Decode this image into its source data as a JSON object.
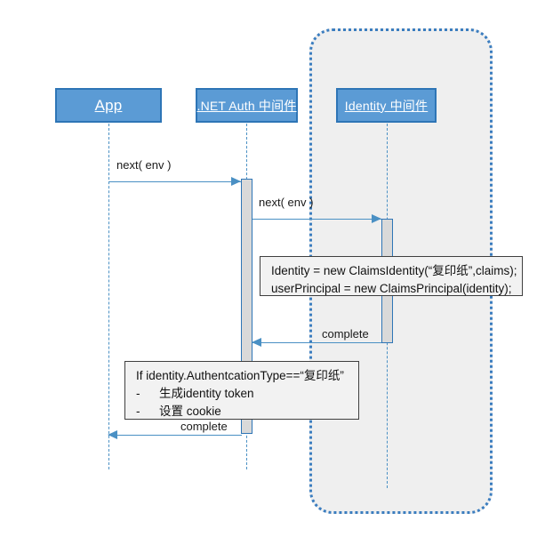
{
  "diagram": {
    "title": "ASP.NET Identity authentication middleware sequence",
    "colors": {
      "participant_fill": "#5B9BD5",
      "participant_border": "#2E75B6",
      "lifeline": "#4A90C4",
      "activation_fill": "#D9D9D9",
      "region_fill": "#EFEFEF",
      "region_border": "#3B7DBF",
      "note_fill": "#F2F2F2",
      "note_border": "#3F3F3F",
      "arrow": "#4A90C4",
      "background": "#FFFFFF"
    },
    "participants": [
      {
        "id": "app",
        "label": "App"
      },
      {
        "id": "dotnet-auth",
        "label": ".NET Auth 中间件"
      },
      {
        "id": "identity",
        "label": "Identity 中间件"
      }
    ],
    "messages": [
      {
        "id": "m1",
        "label": "next( env )",
        "from": "app",
        "to": "dotnet-auth",
        "direction": "right"
      },
      {
        "id": "m2",
        "label": "next( env )",
        "from": "dotnet-auth",
        "to": "identity",
        "direction": "right"
      },
      {
        "id": "m3",
        "label": "complete",
        "from": "identity",
        "to": "dotnet-auth",
        "direction": "left"
      },
      {
        "id": "m4",
        "label": "complete",
        "from": "dotnet-auth",
        "to": "app",
        "direction": "left"
      }
    ],
    "notes": [
      {
        "id": "note-claims",
        "lines": [
          {
            "text": "Identity = new ClaimsIdentity(“复印纸”,claims);",
            "bullet": false
          },
          {
            "text": "userPrincipal = new ClaimsPrincipal(identity);",
            "bullet": false
          }
        ]
      },
      {
        "id": "note-authtype",
        "lines": [
          {
            "text": "If identity.AuthentcationType==“复印纸”",
            "bullet": false
          },
          {
            "dash": "-",
            "text": "生成identity token",
            "bullet": true
          },
          {
            "dash": "-",
            "text": "设置 cookie",
            "bullet": true
          }
        ]
      }
    ]
  }
}
